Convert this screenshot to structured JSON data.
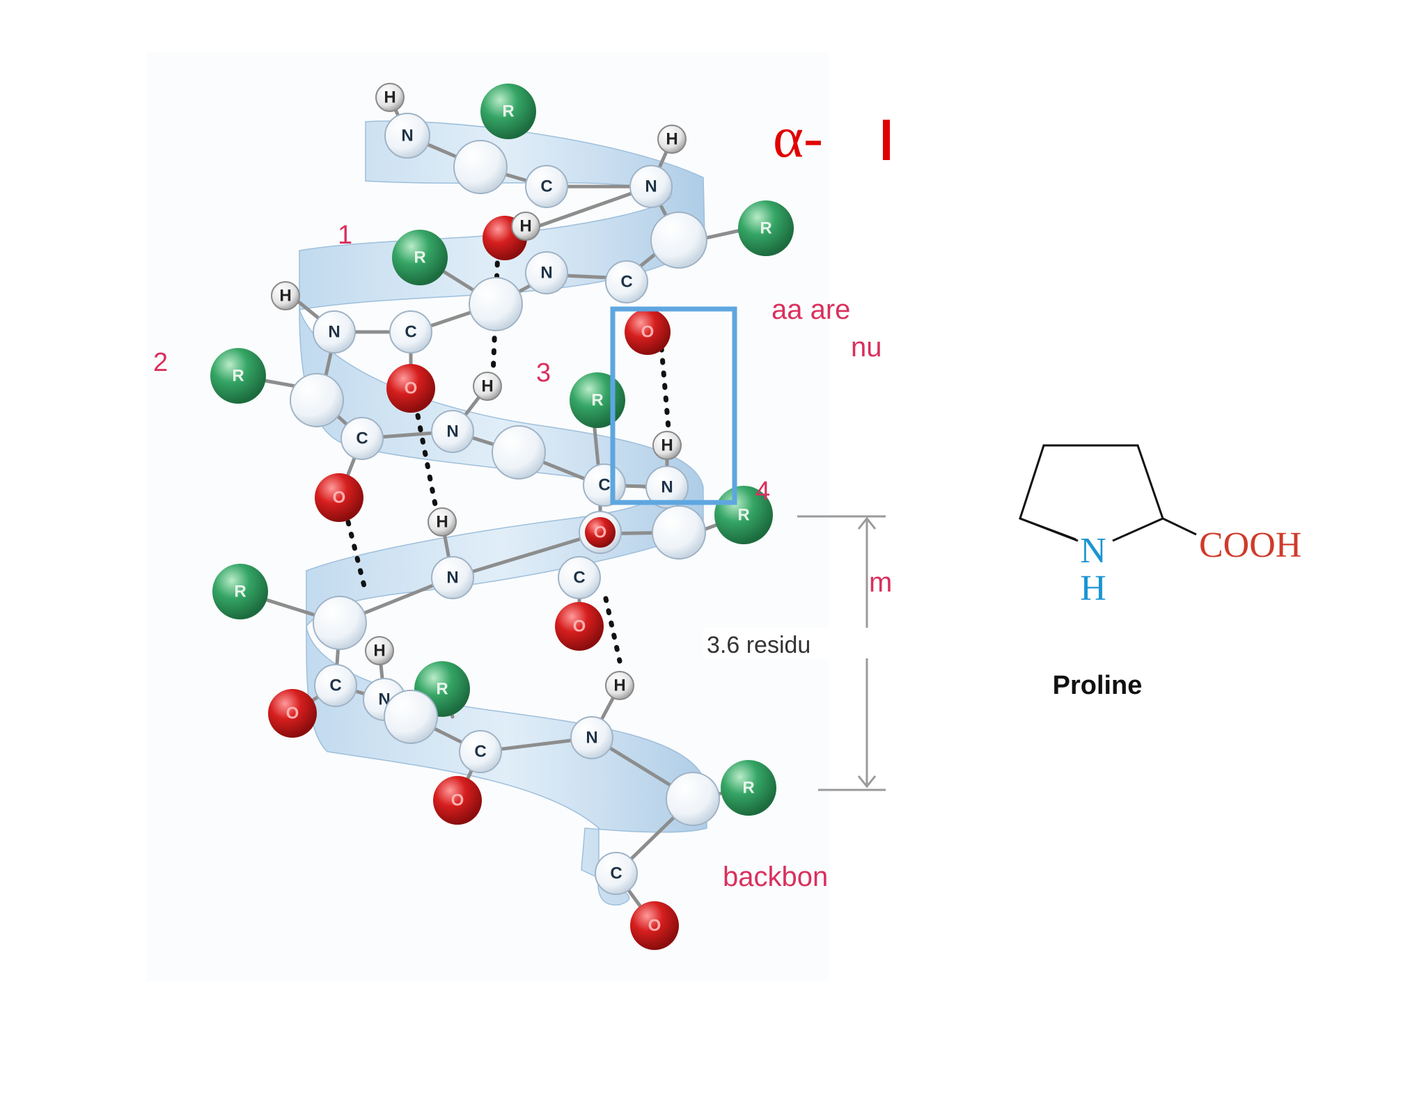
{
  "slide": {
    "helix_title": "α-",
    "residue_numbers": [
      "1",
      "2",
      "3",
      "4"
    ],
    "side_note_1": "aa are",
    "side_note_2": "nu",
    "side_note_3": "m",
    "residues_per_turn": "3.6 residu",
    "backbone_label": "backbon"
  },
  "atoms": {
    "N": "N",
    "C": "C",
    "H": "H",
    "O": "O",
    "R": "R"
  },
  "proline": {
    "ring_n": "N",
    "ring_h": "H",
    "group": "COOH",
    "name": "Proline"
  },
  "colors": {
    "ribbon": "#cfe3f3",
    "ribbon_edge": "#a9c8e3",
    "oxygen": "#cc1a1a",
    "r_group": "#2e8b57",
    "backbone_atom": "#f4f7fa",
    "label_pink": "#d9305e",
    "title_red": "#e00000",
    "highlight_box": "#5ea6e0",
    "proline_n": "#1a94d3",
    "proline_cooh": "#d03a2a"
  },
  "icons": {
    "helix": "alpha-helix-illustration",
    "proline": "proline-structure"
  }
}
